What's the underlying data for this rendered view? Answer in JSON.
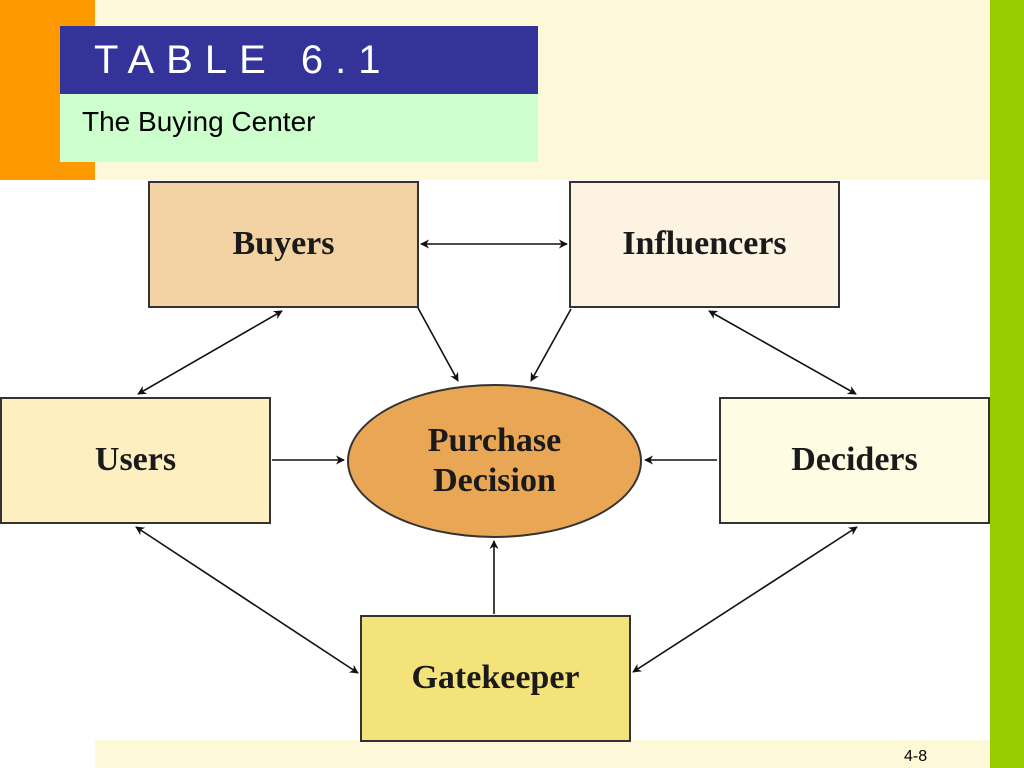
{
  "slide": {
    "title": "TABLE 6.1",
    "subtitle": "The Buying Center",
    "page_number": "4-8"
  },
  "diagram": {
    "nodes": {
      "buyers": "Buyers",
      "influencers": "Influencers",
      "users": "Users",
      "deciders": "Deciders",
      "gatekeeper": "Gatekeeper",
      "decision_line1": "Purchase",
      "decision_line2": "Decision"
    },
    "colors": {
      "title_bar": "#333399",
      "subtitle_bar": "#ccffcc",
      "accent_orange": "#ff9900",
      "accent_green": "#99cc00",
      "buyers": "#f3d3a4",
      "influencers": "#fdf3e3",
      "users": "#fdefc0",
      "deciders": "#fefde4",
      "gatekeeper": "#f4e27a",
      "decision": "#e9a654"
    }
  }
}
